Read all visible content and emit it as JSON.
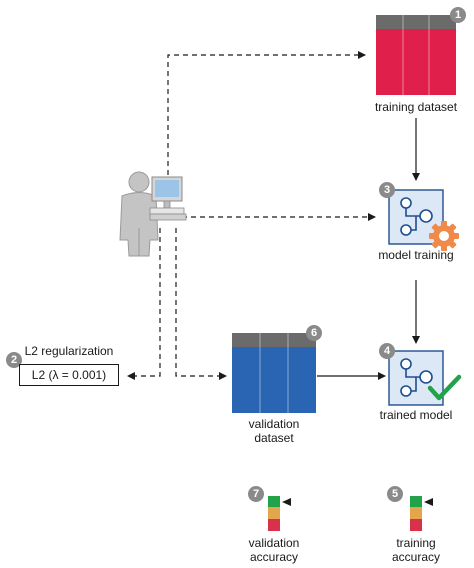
{
  "nodes": {
    "training_dataset": {
      "badge": "1",
      "label": "training dataset"
    },
    "l2": {
      "badge": "2",
      "title": "L2 regularization",
      "value": "L2 (λ = 0.001)"
    },
    "model_training": {
      "badge": "3",
      "label": "model training"
    },
    "trained_model": {
      "badge": "4",
      "label": "trained model"
    },
    "training_accuracy": {
      "badge": "5",
      "label": "training accuracy"
    },
    "validation_dataset": {
      "badge": "6",
      "label": "validation dataset"
    },
    "validation_accuracy": {
      "badge": "7",
      "label": "validation accuracy"
    }
  },
  "colors": {
    "training": "#e0204a",
    "validation": "#2a65b3",
    "header": "#6b6b6b",
    "badge": "#8a8a8a",
    "gear": "#f08a4b",
    "check": "#22a34a",
    "model_icon_bg": "#dce8f5",
    "model_icon_stroke": "#1f4d8f",
    "person": "#bdbdbd",
    "acc_green": "#22a34a",
    "acc_amber": "#e3a64a",
    "acc_red": "#d9304b"
  },
  "icons": [
    "person-icon",
    "computer-icon",
    "model-icon",
    "gear-icon",
    "check-icon",
    "accuracy-gauge-icon",
    "pointer-arrow-icon"
  ]
}
